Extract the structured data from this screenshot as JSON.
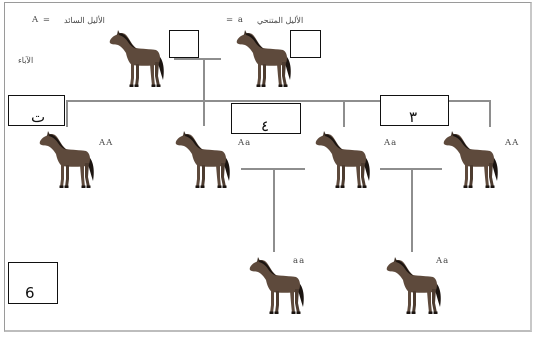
{
  "legend": {
    "dominant_label": "الأليل السائد",
    "dominant_symbol": "A =",
    "recessive_label": "الأليل المتنحي",
    "recessive_symbol": "= a"
  },
  "parents_label": "الآباء",
  "genotypes": {
    "child_1": "AA",
    "child_2": "Aa",
    "child_3": "Aa",
    "child_4": "AA",
    "grandchild_1": "aa",
    "grandchild_2": "Aa"
  },
  "boxes": {
    "box_left": "ت",
    "box_middle": "٤",
    "box_right": "٣",
    "box_bottom": "6",
    "box_parent_left": "",
    "box_parent_right": ""
  },
  "colors": {
    "horse_body": "#5e4a3c",
    "horse_mane": "#1b1410",
    "lines": "#8e8e8e"
  }
}
